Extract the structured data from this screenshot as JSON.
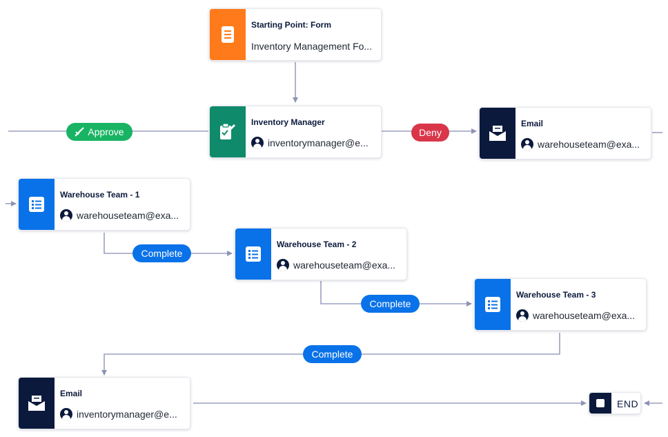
{
  "colors": {
    "form_orange": "#ff7a1a",
    "approval_green": "#0f8a6a",
    "email_navy": "#0b1a3c",
    "task_blue": "#0a72e8",
    "approve_pill": "#18b464",
    "deny_pill": "#d9364a",
    "complete_pill": "#0a72e8",
    "connector": "#8e93b5"
  },
  "nodes": {
    "start_form": {
      "title": "Starting Point: Form",
      "subtitle": "Inventory Management Fo...",
      "icon": "form-icon"
    },
    "inventory_manager": {
      "title": "Inventory Manager",
      "subtitle": "inventorymanager@e...",
      "icon": "approval-icon"
    },
    "email_deny": {
      "title": "Email",
      "subtitle": "warehouseteam@exa...",
      "icon": "mail-icon"
    },
    "warehouse_1": {
      "title": "Warehouse Team - 1",
      "subtitle": "warehouseteam@exa...",
      "icon": "checklist-icon"
    },
    "warehouse_2": {
      "title": "Warehouse Team - 2",
      "subtitle": "warehouseteam@exa...",
      "icon": "checklist-icon"
    },
    "warehouse_3": {
      "title": "Warehouse Team - 3",
      "subtitle": "warehouseteam@exa...",
      "icon": "checklist-icon"
    },
    "email_final": {
      "title": "Email",
      "subtitle": "inventorymanager@e...",
      "icon": "mail-icon"
    },
    "end": {
      "label": "END"
    }
  },
  "pills": {
    "approve": "Approve",
    "deny": "Deny",
    "complete_1": "Complete",
    "complete_2": "Complete",
    "complete_3": "Complete"
  }
}
